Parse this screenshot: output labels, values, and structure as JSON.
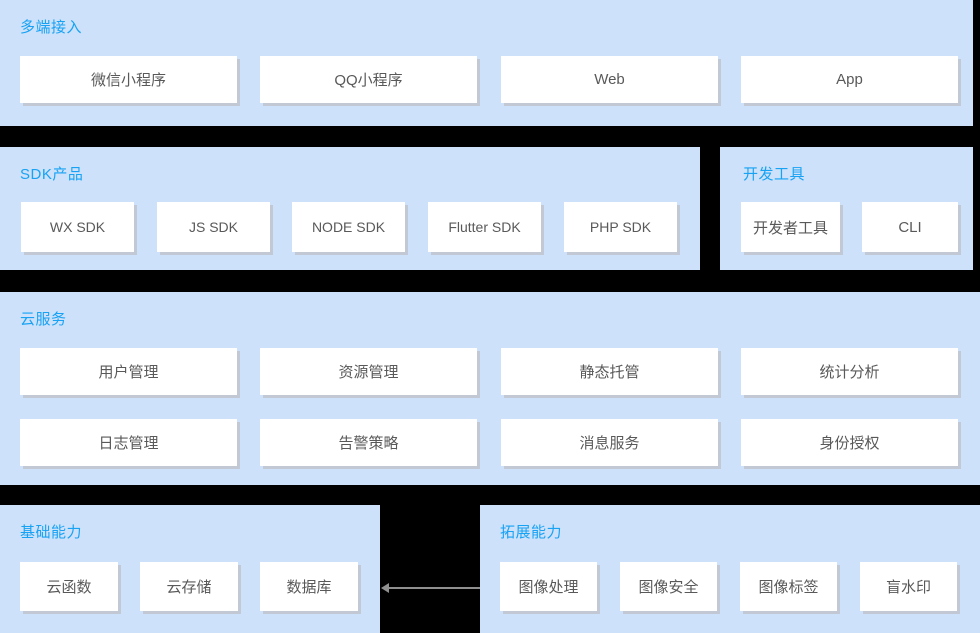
{
  "colors": {
    "background": "#000000",
    "panel_bg": "#cde1fb",
    "title": "#17a2f3",
    "box_bg": "#ffffff",
    "box_text": "#595959",
    "shadow": "#c3c9d4",
    "arrow": "#8f8f8f"
  },
  "sections": {
    "access": {
      "title": "多端接入",
      "items": [
        "微信小程序",
        "QQ小程序",
        "Web",
        "App"
      ]
    },
    "sdk": {
      "title": "SDK产品",
      "items": [
        "WX SDK",
        "JS SDK",
        "NODE SDK",
        "Flutter SDK",
        "PHP SDK"
      ]
    },
    "devtools": {
      "title": "开发工具",
      "items": [
        "开发者工具",
        "CLI"
      ]
    },
    "cloud": {
      "title": "云服务",
      "items": [
        "用户管理",
        "资源管理",
        "静态托管",
        "统计分析",
        "日志管理",
        "告警策略",
        "消息服务",
        "身份授权"
      ]
    },
    "basic": {
      "title": "基础能力",
      "items": [
        "云函数",
        "云存储",
        "数据库"
      ]
    },
    "extension": {
      "title": "拓展能力",
      "items": [
        "图像处理",
        "图像安全",
        "图像标签",
        "盲水印"
      ]
    }
  },
  "arrow": {
    "direction": "left",
    "from_section": "拓展能力",
    "to_section": "基础能力"
  }
}
